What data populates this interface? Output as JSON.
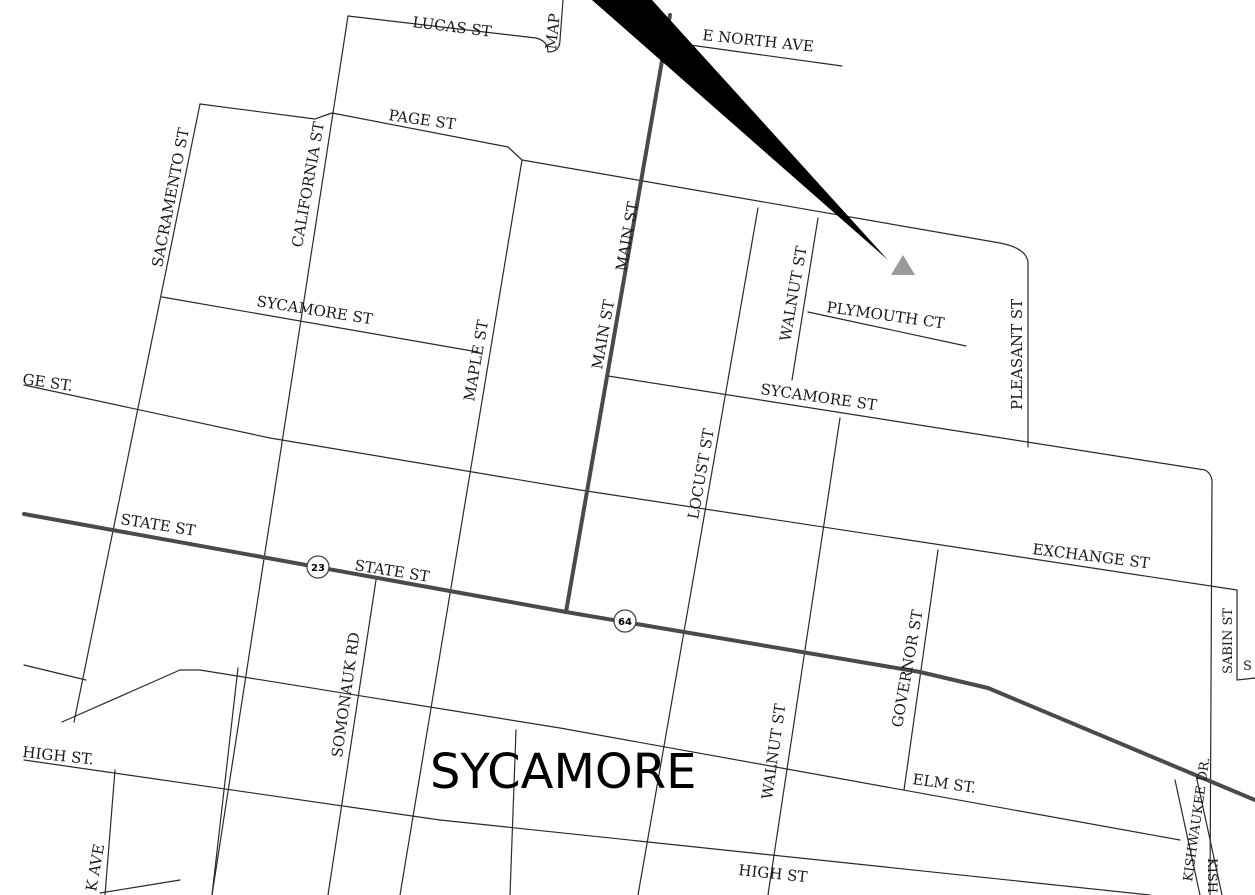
{
  "map": {
    "city": "SYCAMORE",
    "streets": {
      "lucas": "LUCAS ST",
      "maple_top": "MAP",
      "e_north": "E NORTH AVE",
      "page": "PAGE ST",
      "sacramento": "SACRAMENTO ST",
      "california": "CALIFORNIA ST",
      "main_upper": "MAIN ST",
      "main_lower": "MAIN ST",
      "walnut_upper": "WALNUT ST",
      "plymouth": "PLYMOUTH CT",
      "pleasant": "PLEASANT ST",
      "sycamore_w": "SYCAMORE ST",
      "maple": "MAPLE ST",
      "sycamore_e": "SYCAMORE ST",
      "ridge": "GE ST.",
      "locust": "LOCUST ST",
      "state_w": "STATE ST",
      "state_c": "STATE ST",
      "exchange": "EXCHANGE ST",
      "sabin": "SABIN ST",
      "sabin_st": "S",
      "somonauk": "SOMONAUK RD",
      "governor": "GOVERNOR ST",
      "walnut_lower": "WALNUT ST",
      "high_w": "HIGH ST.",
      "elm": "ELM ST.",
      "kishwaukee": "KISHWAUKEE DR.",
      "kish": "KISH",
      "high_s": "HIGH ST",
      "ave": "K AVE"
    },
    "shields": {
      "route_23": "23",
      "route_64": "64"
    },
    "marker": "triangle-marker",
    "colors": {
      "street": "#2a2a2a",
      "highway": "#4a4a4a",
      "marker": "#9a9a9a",
      "pointer": "#000000"
    }
  }
}
